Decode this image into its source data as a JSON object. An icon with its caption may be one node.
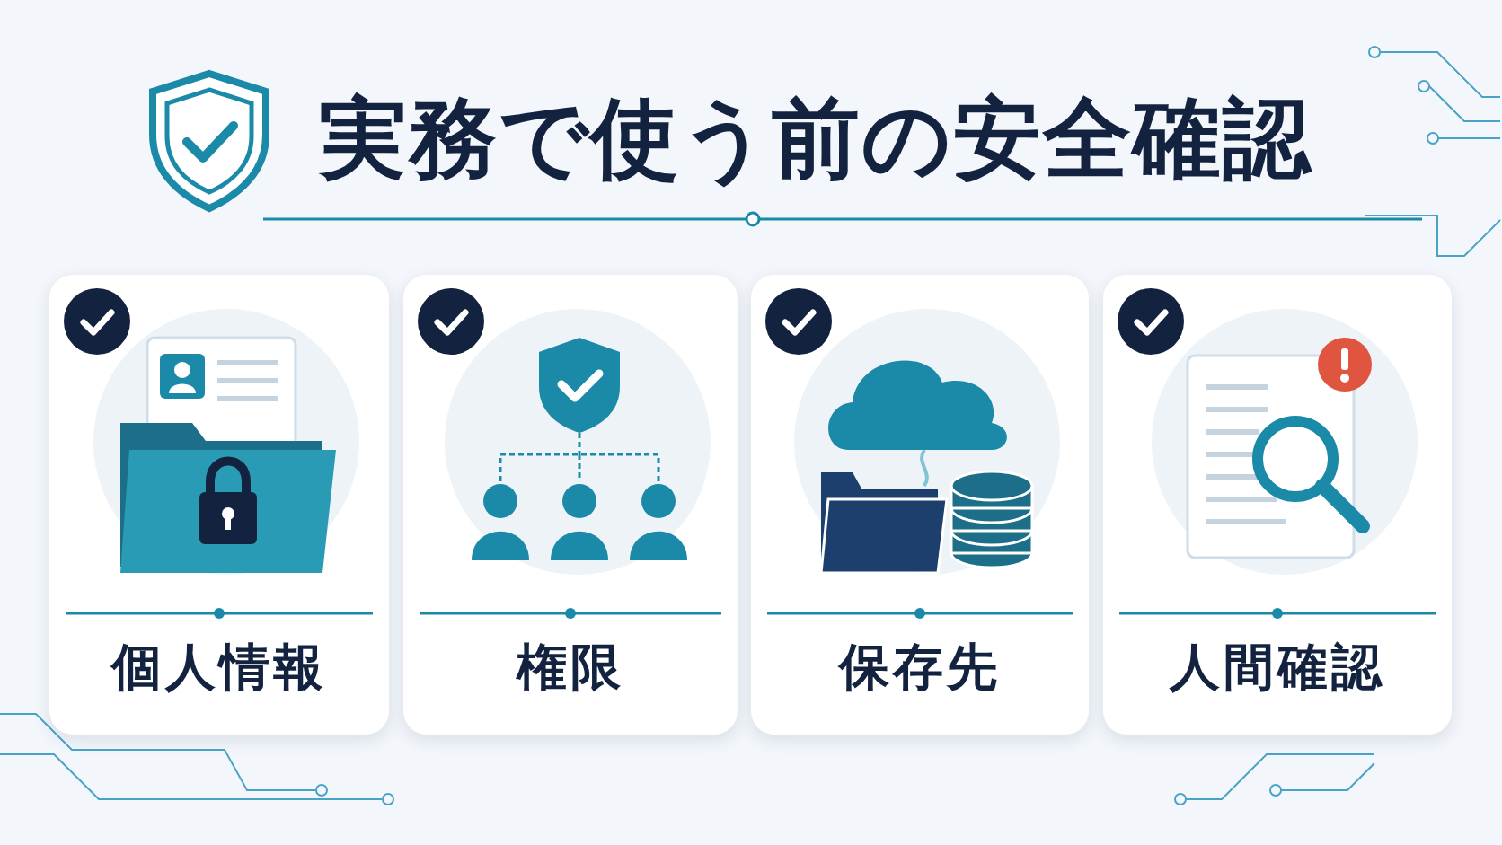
{
  "diagram": {
    "title": "実務で使う前の安全確認",
    "nodes": [
      {
        "text": [
          "個人情報"
        ]
      },
      {
        "text": [
          "権限"
        ]
      },
      {
        "text": [
          "保存先"
        ]
      },
      {
        "text": [
          "人間確認"
        ]
      }
    ],
    "edges": []
  }
}
